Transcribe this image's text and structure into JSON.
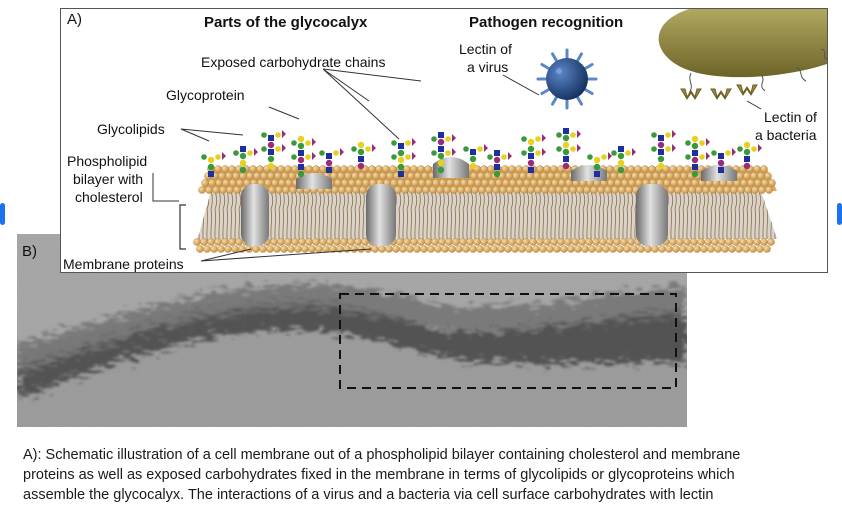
{
  "panel_b": {
    "letter": "B)"
  },
  "panel_a": {
    "letter": "A)",
    "heading_parts": "Parts of the glycocalyx",
    "heading_pathogen": "Pathogen recognition",
    "labels": {
      "exposed_carbohydrate_chains": "Exposed carbohydrate chains",
      "glycoprotein": "Glycoprotein",
      "glycolipids": "Glycolipids",
      "phospholipid_line1": "Phospholipid",
      "phospholipid_line2": "bilayer with",
      "phospholipid_line3": "cholesterol",
      "membrane_proteins": "Membrane proteins",
      "lectin_virus_line1": "Lectin of",
      "lectin_virus_line2": "a virus",
      "lectin_bacteria_line1": "Lectin of",
      "lectin_bacteria_line2": "a bacteria"
    }
  },
  "caption": {
    "line1": "A): Schematic illustration of a cell membrane out of a phospholipid bilayer containing cholesterol and membrane",
    "line2": "proteins as well as exposed carbohydrates fixed in the membrane in terms of glycolipids or glycoproteins which",
    "line3": "assemble the glycocalyx. The interactions of a virus and a bacteria via cell surface carbohydrates with lectin"
  },
  "colors": {
    "lipid_head": "#e0b070",
    "membrane_protein": "#a8a8a8",
    "virus": "#1f3f73",
    "bacterium": "#8a8040",
    "sugar_blue": "#1f2fa0",
    "sugar_green": "#3a9a3a",
    "sugar_yellow": "#e8d020",
    "sugar_purple": "#9a2a7a"
  }
}
